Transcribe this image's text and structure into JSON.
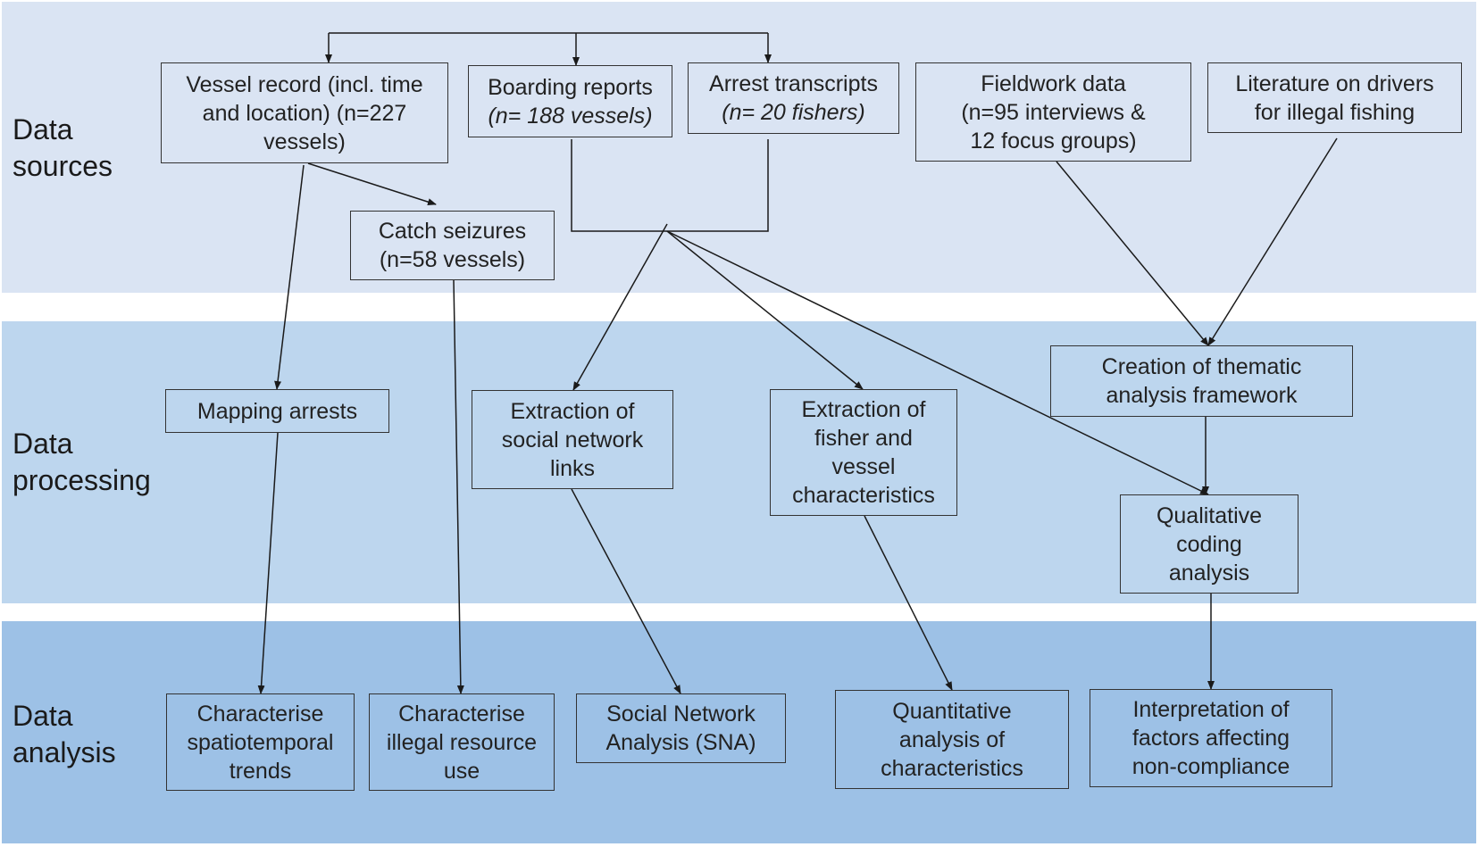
{
  "rows": {
    "sources": "Data\nsources",
    "processing": "Data\nprocessing",
    "analysis": "Data\nanalysis"
  },
  "sources": {
    "vessel_record": "Vessel record (incl. time\nand location) (n=227\nvessels)",
    "boarding_title": "Boarding reports",
    "boarding_count": "(n= 188 vessels)",
    "arrest_title": "Arrest transcripts",
    "arrest_count": "(n= 20 fishers)",
    "fieldwork": "Fieldwork data\n(n=95 interviews &\n12 focus groups)",
    "literature": "Literature on drivers\nfor illegal fishing",
    "catch_seizures": "Catch seizures\n(n=58 vessels)"
  },
  "processing": {
    "mapping": "Mapping arrests",
    "social_links": "Extraction of\nsocial network\nlinks",
    "fisher_vessel": "Extraction of\nfisher and\nvessel\ncharacteristics",
    "thematic": "Creation of thematic\nanalysis framework",
    "qualitative": "Qualitative\ncoding\nanalysis"
  },
  "analysis": {
    "spatiotemporal": "Characterise\nspatiotemporal\ntrends",
    "illegal_use": "Characterise\nillegal resource\nuse",
    "sna": "Social Network\nAnalysis (SNA)",
    "quantitative": "Quantitative\nanalysis of\ncharacteristics",
    "interpretation": "Interpretation of\nfactors affecting\nnon-compliance"
  },
  "colors": {
    "band_sources": "#dae4f3",
    "band_processing": "#bdd6ee",
    "band_analysis": "#9dc1e6",
    "line": "#1a1a1a"
  }
}
